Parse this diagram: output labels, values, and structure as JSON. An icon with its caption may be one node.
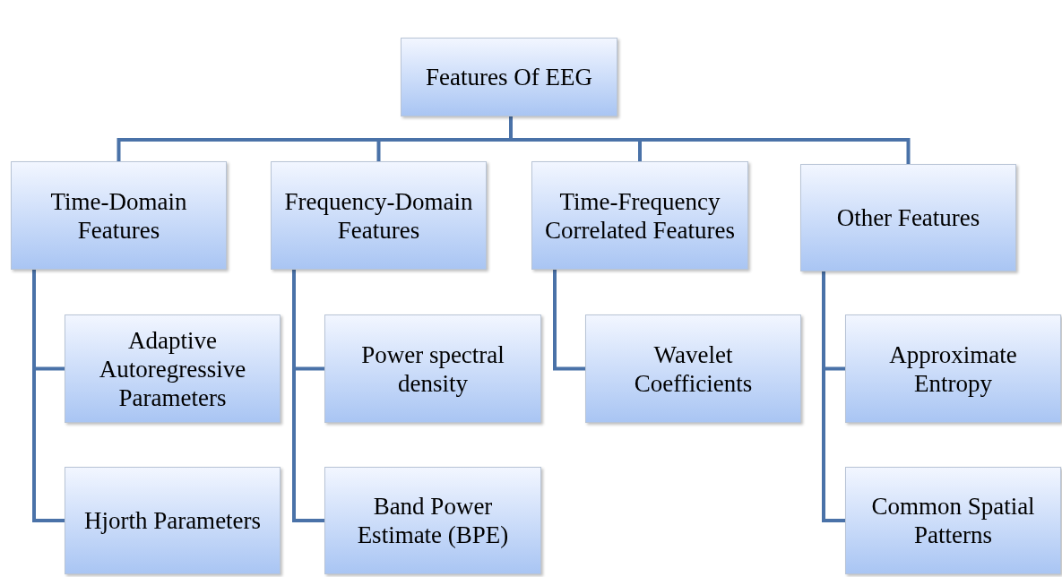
{
  "diagram": {
    "nodes": [
      {
        "text": [
          "Features Of EEG"
        ]
      },
      {
        "text": [
          "Time-Domain Features"
        ]
      },
      {
        "text": [
          "Frequency-Domain Features"
        ]
      },
      {
        "text": [
          "Time-Frequency Correlated Features"
        ]
      },
      {
        "text": [
          "Other Features"
        ]
      },
      {
        "text": [
          "Adaptive Autoregressive Parameters"
        ]
      },
      {
        "text": [
          "Hjorth Parameters"
        ]
      },
      {
        "text": [
          "Power spectral density"
        ]
      },
      {
        "text": [
          "Band Power Estimate (BPE)"
        ]
      },
      {
        "text": [
          "Wavelet Coefficients"
        ]
      },
      {
        "text": [
          "Approximate Entropy"
        ]
      },
      {
        "text": [
          "Common Spatial Patterns"
        ]
      }
    ],
    "edges": [
      {
        "from": 0,
        "to": 1,
        "arrow": "none"
      },
      {
        "from": 0,
        "to": 2,
        "arrow": "none"
      },
      {
        "from": 0,
        "to": 3,
        "arrow": "none"
      },
      {
        "from": 0,
        "to": 4,
        "arrow": "none"
      },
      {
        "from": 1,
        "to": 5,
        "arrow": "none"
      },
      {
        "from": 1,
        "to": 6,
        "arrow": "none"
      },
      {
        "from": 2,
        "to": 7,
        "arrow": "none"
      },
      {
        "from": 2,
        "to": 8,
        "arrow": "none"
      },
      {
        "from": 3,
        "to": 9,
        "arrow": "none"
      },
      {
        "from": 4,
        "to": 10,
        "arrow": "none"
      },
      {
        "from": 4,
        "to": 11,
        "arrow": "none"
      }
    ]
  }
}
